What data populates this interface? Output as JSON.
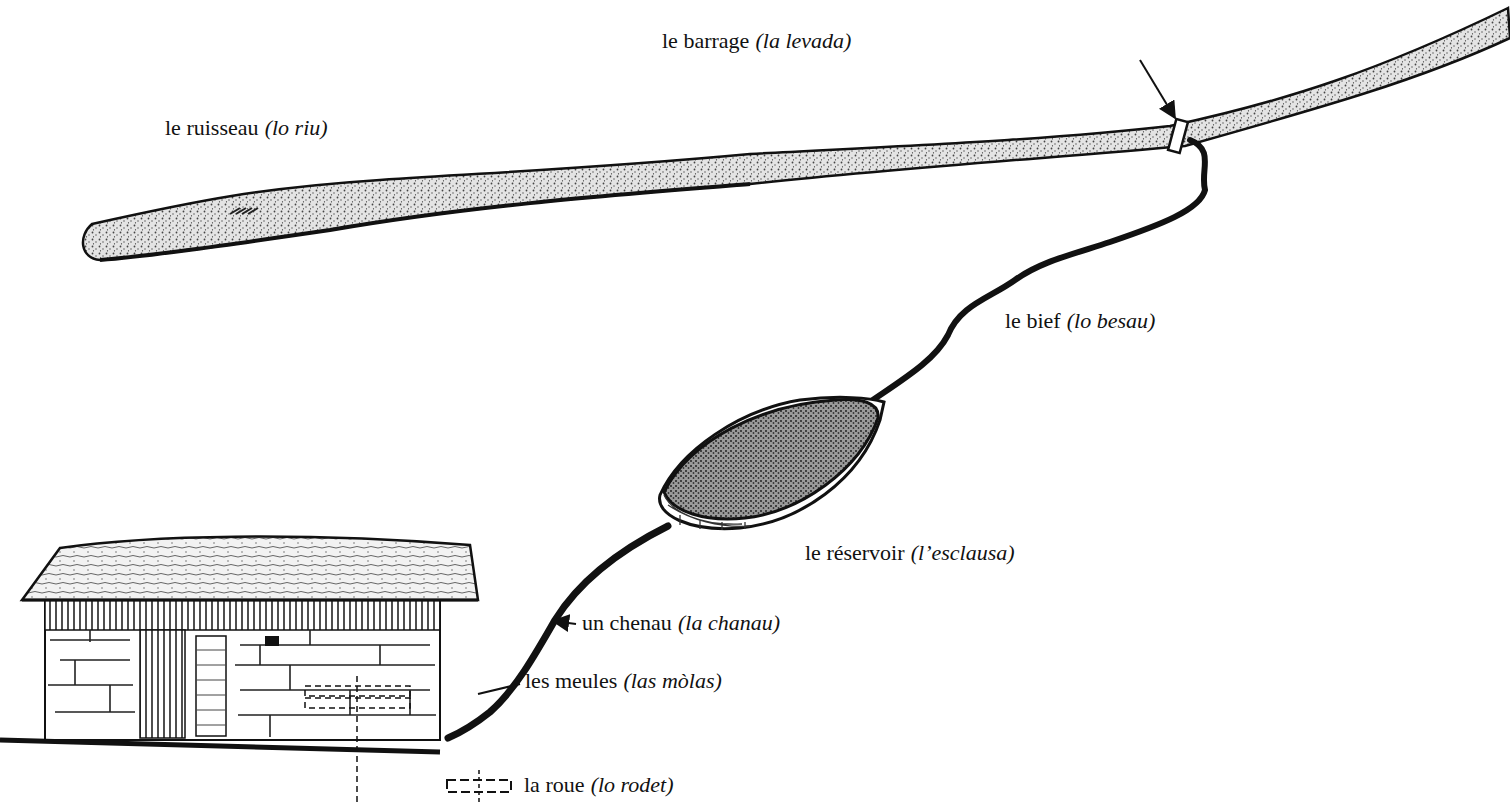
{
  "diagram": {
    "labels": [
      "le barrage",
      "(la levada)",
      "le ruisseau",
      "(lo riu)",
      "le bief",
      "(lo besau)",
      "le réservoir",
      "(l’esclausa)",
      "un chenau",
      "(la chanau)",
      "les meules",
      "(las mòlas)",
      "la roue",
      "(lo rodet)"
    ]
  }
}
